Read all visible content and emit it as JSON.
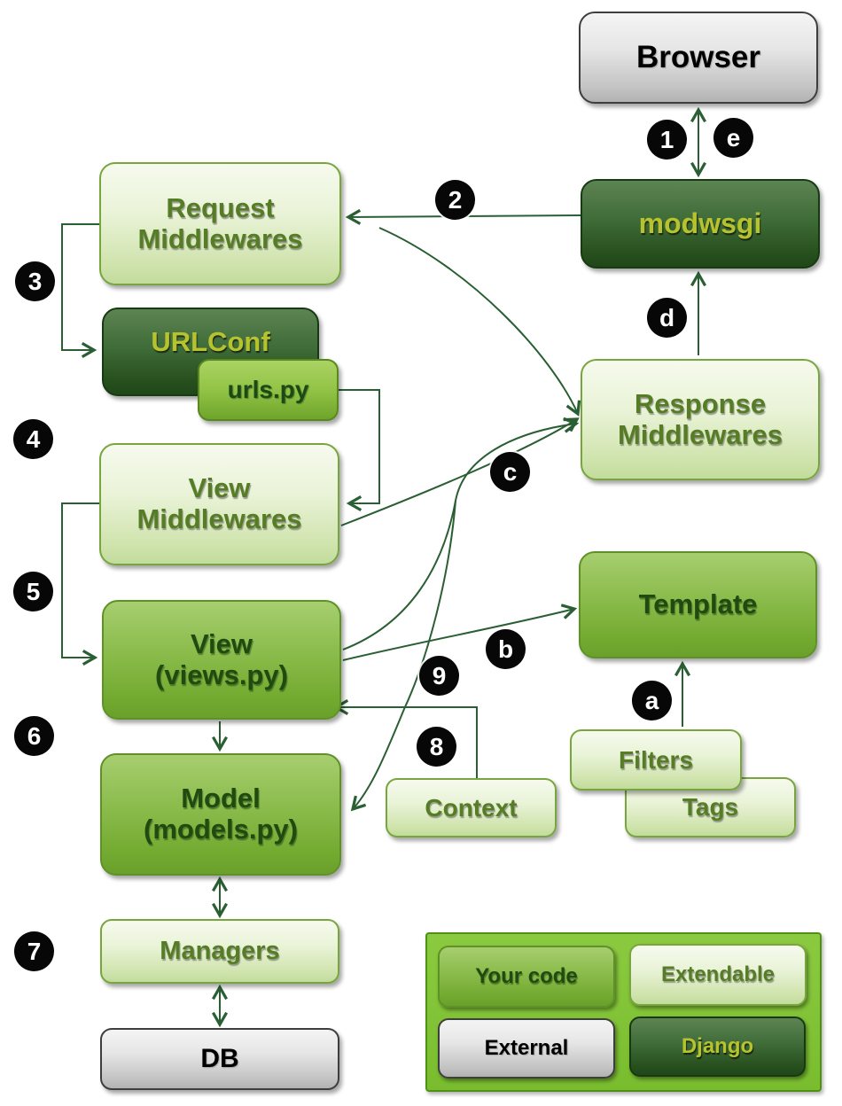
{
  "nodes": {
    "browser": {
      "label": "Browser",
      "category": "external"
    },
    "modwsgi": {
      "label": "modwsgi",
      "category": "django"
    },
    "request_middlewares": {
      "label": "Request\nMiddlewares",
      "category": "extendable"
    },
    "urlconf": {
      "label": "URLConf",
      "category": "django"
    },
    "urls_py": {
      "label": "urls.py",
      "category": "your-code"
    },
    "view_middlewares": {
      "label": "View\nMiddlewares",
      "category": "extendable"
    },
    "view": {
      "label": "View\n(views.py)",
      "category": "your-code"
    },
    "model": {
      "label": "Model\n(models.py)",
      "category": "your-code"
    },
    "managers": {
      "label": "Managers",
      "category": "extendable"
    },
    "db": {
      "label": "DB",
      "category": "external"
    },
    "response_middlewares": {
      "label": "Response\nMiddlewares",
      "category": "extendable"
    },
    "template": {
      "label": "Template",
      "category": "your-code"
    },
    "filters": {
      "label": "Filters",
      "category": "extendable"
    },
    "tags": {
      "label": "Tags",
      "category": "extendable"
    },
    "context": {
      "label": "Context",
      "category": "extendable"
    }
  },
  "badges": {
    "n1": "1",
    "n2": "2",
    "n3": "3",
    "n4": "4",
    "n5": "5",
    "n6": "6",
    "n7": "7",
    "n8": "8",
    "n9": "9",
    "a": "a",
    "b": "b",
    "c": "c",
    "d": "d",
    "e": "e"
  },
  "legend": {
    "your_code": "Your code",
    "extendable": "Extendable",
    "external": "External",
    "django": "Django"
  },
  "colors": {
    "arrow_stroke": "#2a5f33",
    "badge_fill": "#070707",
    "badge_text": "#ffffff",
    "your_code_fill": "#8abb4b",
    "extendable_fill": "#e9f3d7",
    "external_fill": "#d9d9d9",
    "django_fill": "#3f6c38",
    "urls_py_fill": "#92c346",
    "legend_panel_fill": "#82c437",
    "dark_box_text": "#b7c32e",
    "light_box_text": "#567d26",
    "medium_box_text": "#1f4b10"
  }
}
